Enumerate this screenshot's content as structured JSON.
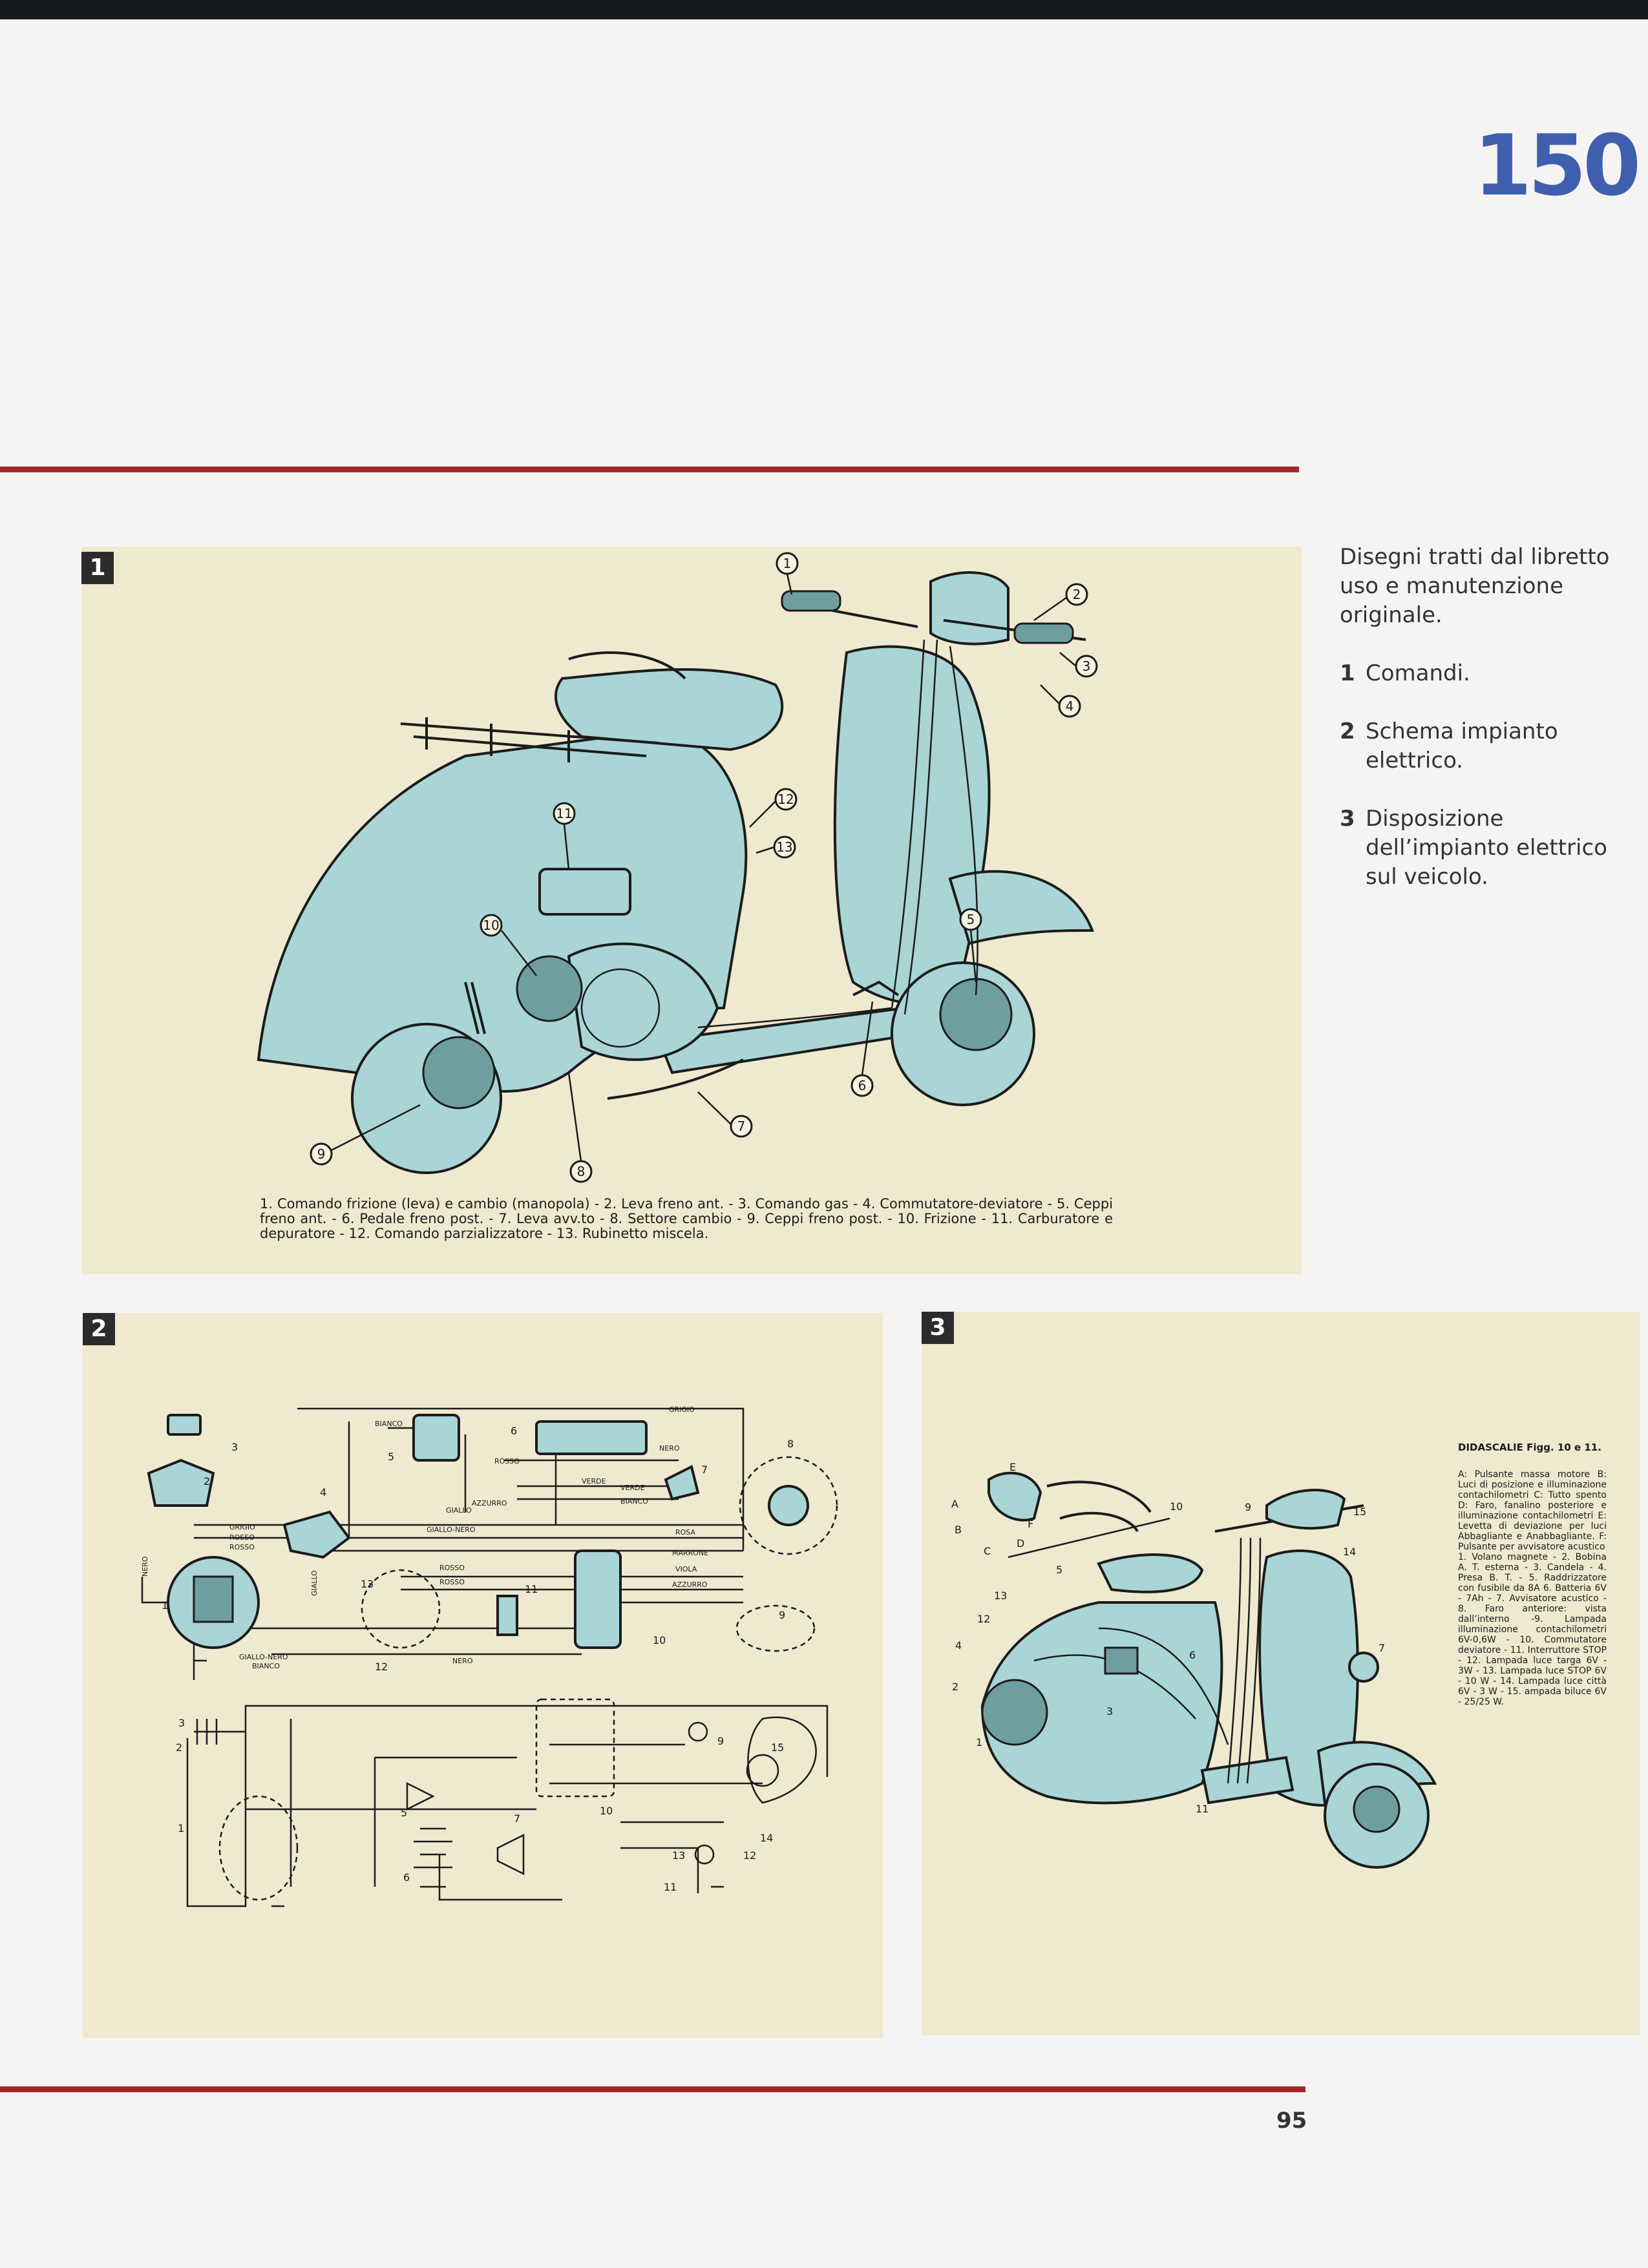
{
  "header": {
    "page_id": "150"
  },
  "sidebar": {
    "intro": "Disegni tratti dal libretto uso e manutenzione originale.",
    "items": [
      {
        "num": "1",
        "text": "Comandi."
      },
      {
        "num": "2",
        "text": "Schema impianto elettrico."
      },
      {
        "num": "3",
        "text": "Disposizione dell’impianto elettrico sul veicolo."
      }
    ]
  },
  "figures": [
    {
      "num": "1",
      "callouts": [
        "1",
        "2",
        "3",
        "4",
        "5",
        "6",
        "7",
        "8",
        "9",
        "10",
        "11",
        "12",
        "13"
      ],
      "caption": "1. Comando frizione (leva) e cambio (manopola) - 2. Leva freno ant. - 3. Comando gas - 4. Commutatore-deviatore - 5. Ceppi freno ant. - 6. Pedale freno post. - 7. Leva avv.to - 8. Settore cambio - 9. Ceppi freno post. - 10. Frizione - 11. Carburatore e depuratore - 12. Comando parzializzatore - 13. Rubinetto miscela."
    },
    {
      "num": "2",
      "wire_labels": [
        "GRIGIO",
        "BIANCO",
        "NERO",
        "ROSSO",
        "AZZURRO",
        "VERDE",
        "VERDE",
        "BIANCO",
        "GIALLO",
        "GIALLO-NERO",
        "ROSA",
        "MARRONE",
        "VIOLA",
        "AZZURRO",
        "ROSSO",
        "ROSSO",
        "GRIGIO",
        "ROSSO",
        "ROSSO",
        "NERO",
        "GIALLO",
        "GIALLO-NERO",
        "BIANCO",
        "NERO"
      ],
      "callouts": [
        "1",
        "2",
        "3",
        "4",
        "5",
        "6",
        "7",
        "8",
        "9",
        "10",
        "11",
        "12",
        "13",
        "1",
        "2",
        "3",
        "5",
        "6",
        "7",
        "9",
        "10",
        "11",
        "12",
        "13",
        "14",
        "15"
      ]
    },
    {
      "num": "3",
      "callouts": [
        "A",
        "B",
        "C",
        "D",
        "E",
        "F",
        "1",
        "2",
        "3",
        "4",
        "5",
        "6",
        "7",
        "9",
        "10",
        "11",
        "12",
        "13",
        "14",
        "15"
      ],
      "legend_title": "DIDASCALIE Figg. 10 e 11.",
      "legend_letters": "A: Pulsante massa motore B: Luci di posizione e illuminazione contachilometri C: Tutto spento D: Faro, fanalino posteriore e illuminazione contachilometri E: Levetta di deviazione per luci Abbagliante e Anabbagliante. F: Pulsante per avvisatore acustico",
      "legend_numbers": "1. Volano magnete - 2. Bobina A. T. esterna - 3. Candela - 4. Presa B. T. - 5. Raddrizzatore con fusibile da 8A 6. Batteria 6V - 7Ah - 7. Avvisatore acustico - 8. Faro anteriore: vista dall’interno -9. Lampada illuminazione contachilometri 6V-0,6W - 10. Commutatore deviatore - 11. Interruttore STOP - 12. Lampada luce targa 6V - 3W - 13. Lampada luce STOP 6V - 10 W - 14. Lampada luce città 6V - 3 W - 15. ampada biluce 6V - 25/25 W."
    }
  ],
  "footer": {
    "page_number": "95"
  },
  "colors": {
    "accent_rule": "#a3262b",
    "page_id_blue": "#3f5fae",
    "panel_bg": "#efe9cf",
    "scooter_body": "#a9d5d6"
  }
}
